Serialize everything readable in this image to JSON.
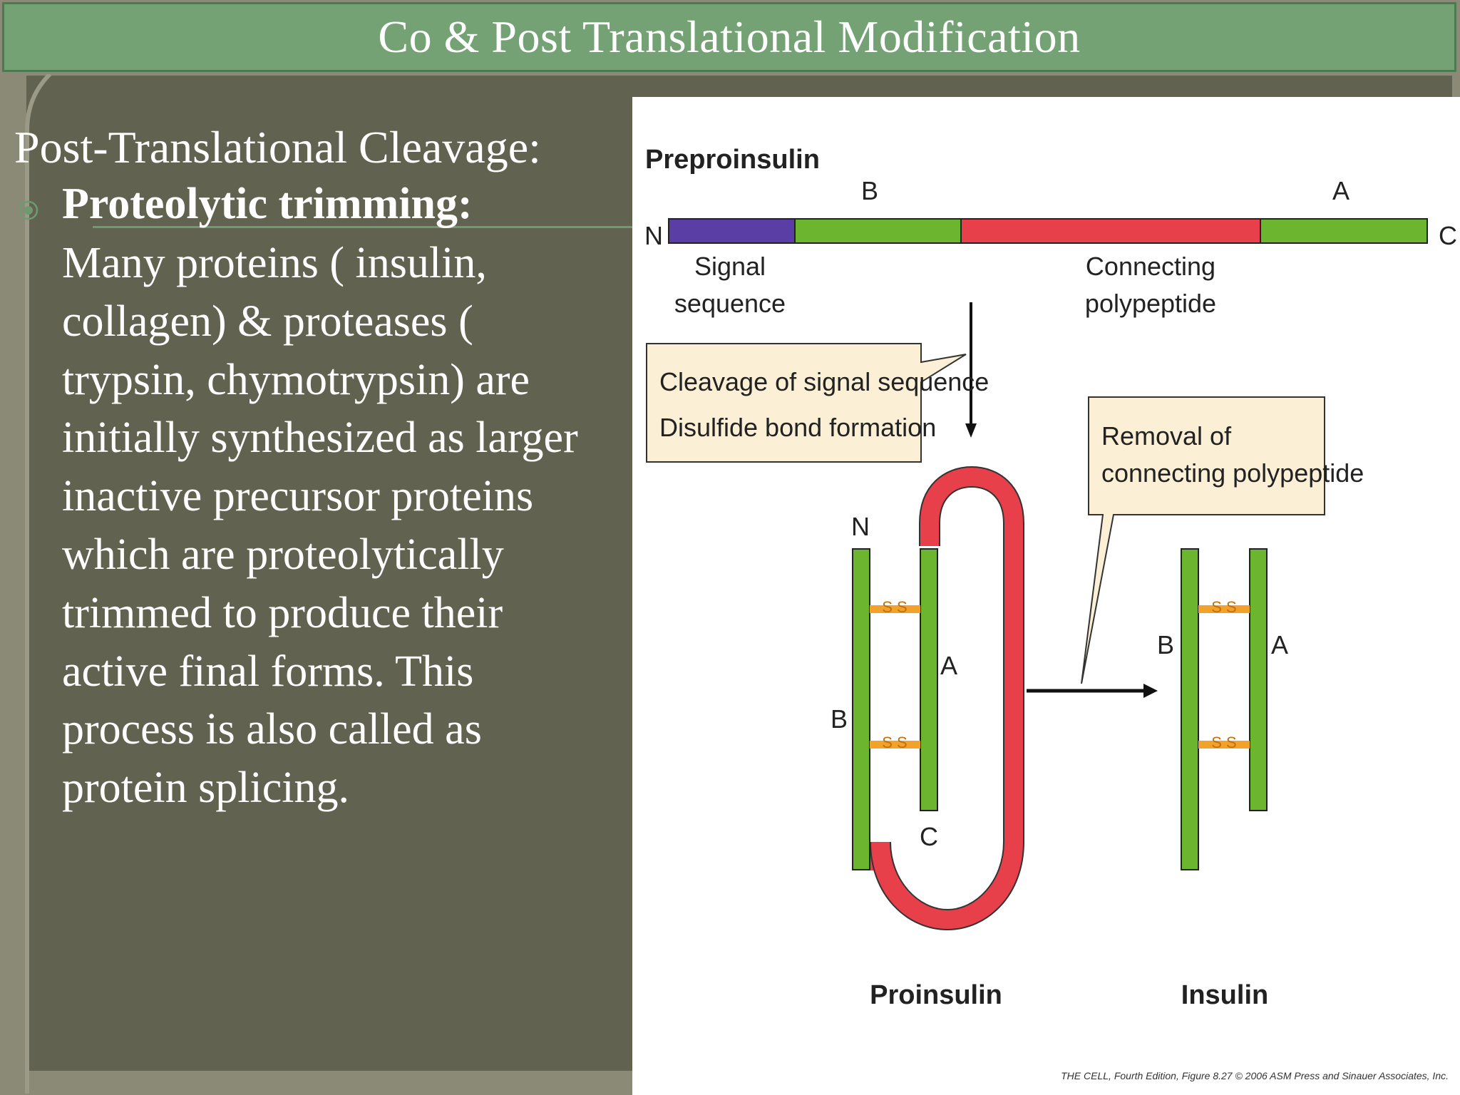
{
  "title": "Co & Post Translational Modification",
  "left": {
    "heading": "Post-Translational Cleavage:",
    "bullet_title": "Proteolytic trimming:",
    "body_lines": [
      "Many proteins ( insulin,",
      "collagen) & proteases (",
      "trypsin, chymotrypsin) are",
      "initially synthesized as larger",
      "inactive precursor proteins",
      "which are proteolytically",
      "trimmed to produce their",
      "active final forms. This",
      "process is also called as",
      "protein splicing."
    ]
  },
  "figure": {
    "preproinsulin_label": "Preproinsulin",
    "n_label": "N",
    "c_label": "C",
    "b_label": "B",
    "a_label": "A",
    "signal_line1": "Signal",
    "signal_line2": "sequence",
    "connecting_line1": "Connecting",
    "connecting_line2": "polypeptide",
    "box1_line1": "Cleavage of signal sequence",
    "box1_line2": "Disulfide bond formation",
    "box2_line1": "Removal of",
    "box2_line2": "connecting polypeptide",
    "ss_label": "S S",
    "proinsulin_label": "Proinsulin",
    "insulin_label": "Insulin",
    "credit": "THE CELL, Fourth Edition, Figure 8.27  © 2006 ASM Press and Sinauer Associates, Inc.",
    "colors": {
      "signal": "#5a3ea6",
      "chain": "#6cb52f",
      "connecting": "#e8404a",
      "disulfide": "#f2a22a",
      "callout_fill": "#fbefd5"
    }
  }
}
